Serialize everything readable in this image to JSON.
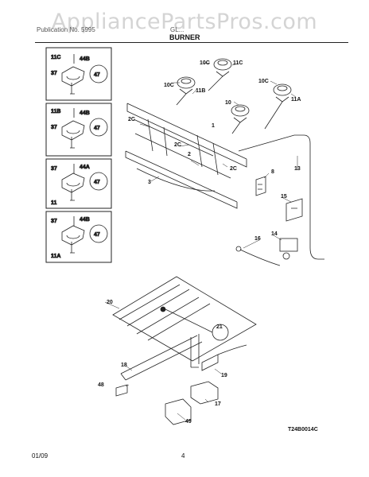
{
  "watermark": "AppliancePartsPros.com",
  "header": {
    "left": "Publication No. 5995",
    "right": "GL...",
    "title": "BURNER"
  },
  "insets": [
    {
      "id": "11C",
      "parts": [
        "44B",
        "37",
        "47"
      ]
    },
    {
      "id": "11B",
      "parts": [
        "44B",
        "37",
        "47"
      ]
    },
    {
      "id": "11",
      "parts": [
        "44A",
        "37",
        "47"
      ]
    },
    {
      "id": "11A",
      "parts": [
        "44B",
        "37",
        "47"
      ]
    }
  ],
  "callouts": {
    "c10C_a": "10C",
    "c11C": "11C",
    "c10C_b": "10C",
    "c11B": "11B",
    "c10C_c": "10C",
    "c11A": "11A",
    "c10": "10",
    "c2C_a": "2C",
    "c1": "1",
    "c2C_b": "2C",
    "c2": "2",
    "c2C_c": "2C",
    "c3": "3",
    "c8": "8",
    "c13": "13",
    "c15": "15",
    "c16": "16",
    "c14": "14",
    "c20": "20",
    "c21": "21",
    "c18": "18",
    "c19": "19",
    "c48": "48",
    "c17": "17",
    "c49": "49"
  },
  "drawing_code": "T24B0014C",
  "footer": {
    "date": "01/09",
    "page": "4"
  }
}
